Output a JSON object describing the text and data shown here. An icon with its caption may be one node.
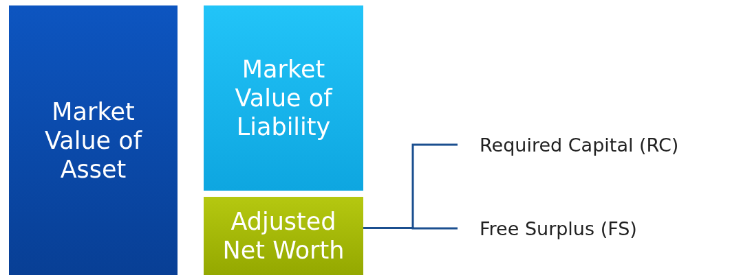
{
  "diagram": {
    "nodes": [
      {
        "text": [
          "Market Value of Asset"
        ]
      },
      {
        "text": [
          "Market Value of Liability"
        ]
      },
      {
        "text": [
          "Adjusted Net Worth"
        ]
      },
      {
        "text": [
          "Required Capital (RC)"
        ]
      },
      {
        "text": [
          "Free Surplus (FS)"
        ]
      }
    ],
    "edges": [
      {
        "from": 2,
        "to": 3,
        "arrow": "none"
      },
      {
        "from": 2,
        "to": 4,
        "arrow": "none"
      }
    ]
  }
}
